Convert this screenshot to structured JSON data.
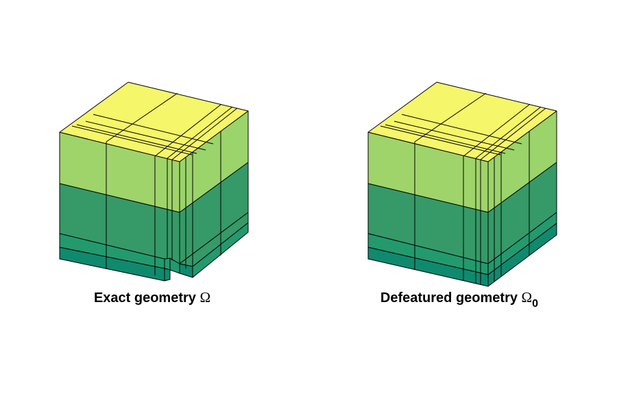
{
  "figure": {
    "left": {
      "caption_text": "Exact geometry ",
      "symbol": "Ω"
    },
    "right": {
      "caption_text": "Defeatured geometry ",
      "symbol": "Ω",
      "subscript": "0"
    }
  },
  "colors": {
    "top_face": "#f6f66a",
    "top_layer_front": "#9fd46a",
    "top_layer_side": "#9ad46a",
    "middle_layer": "#359a67",
    "lower_layer": "#229a6e",
    "bottom_layer": "#0f8a6e",
    "edge": "#000000"
  }
}
